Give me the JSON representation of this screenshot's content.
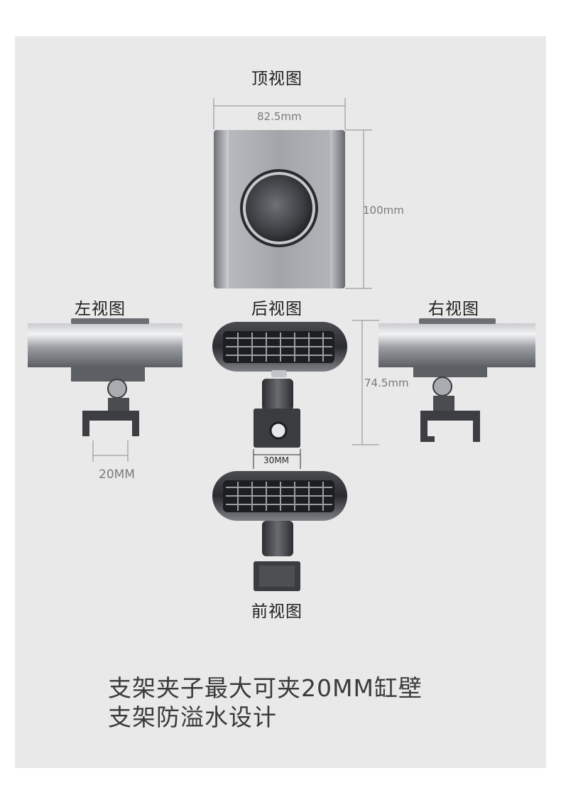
{
  "views": {
    "top": "顶视图",
    "left": "左视图",
    "back": "后视图",
    "right": "右视图",
    "front": "前视图"
  },
  "dimensions": {
    "width": "82.5mm",
    "height": "100mm",
    "depth": "74.5mm",
    "clamp_gap": "20MM",
    "bracket_width": "30MM"
  },
  "caption": {
    "line1": "支架夹子最大可夹20MM缸壁",
    "line2": "支架防溢水设计"
  },
  "colors": {
    "background": "#e9e9e9",
    "metal": "#8e9196",
    "dark_bracket": "#3d3d3d"
  }
}
